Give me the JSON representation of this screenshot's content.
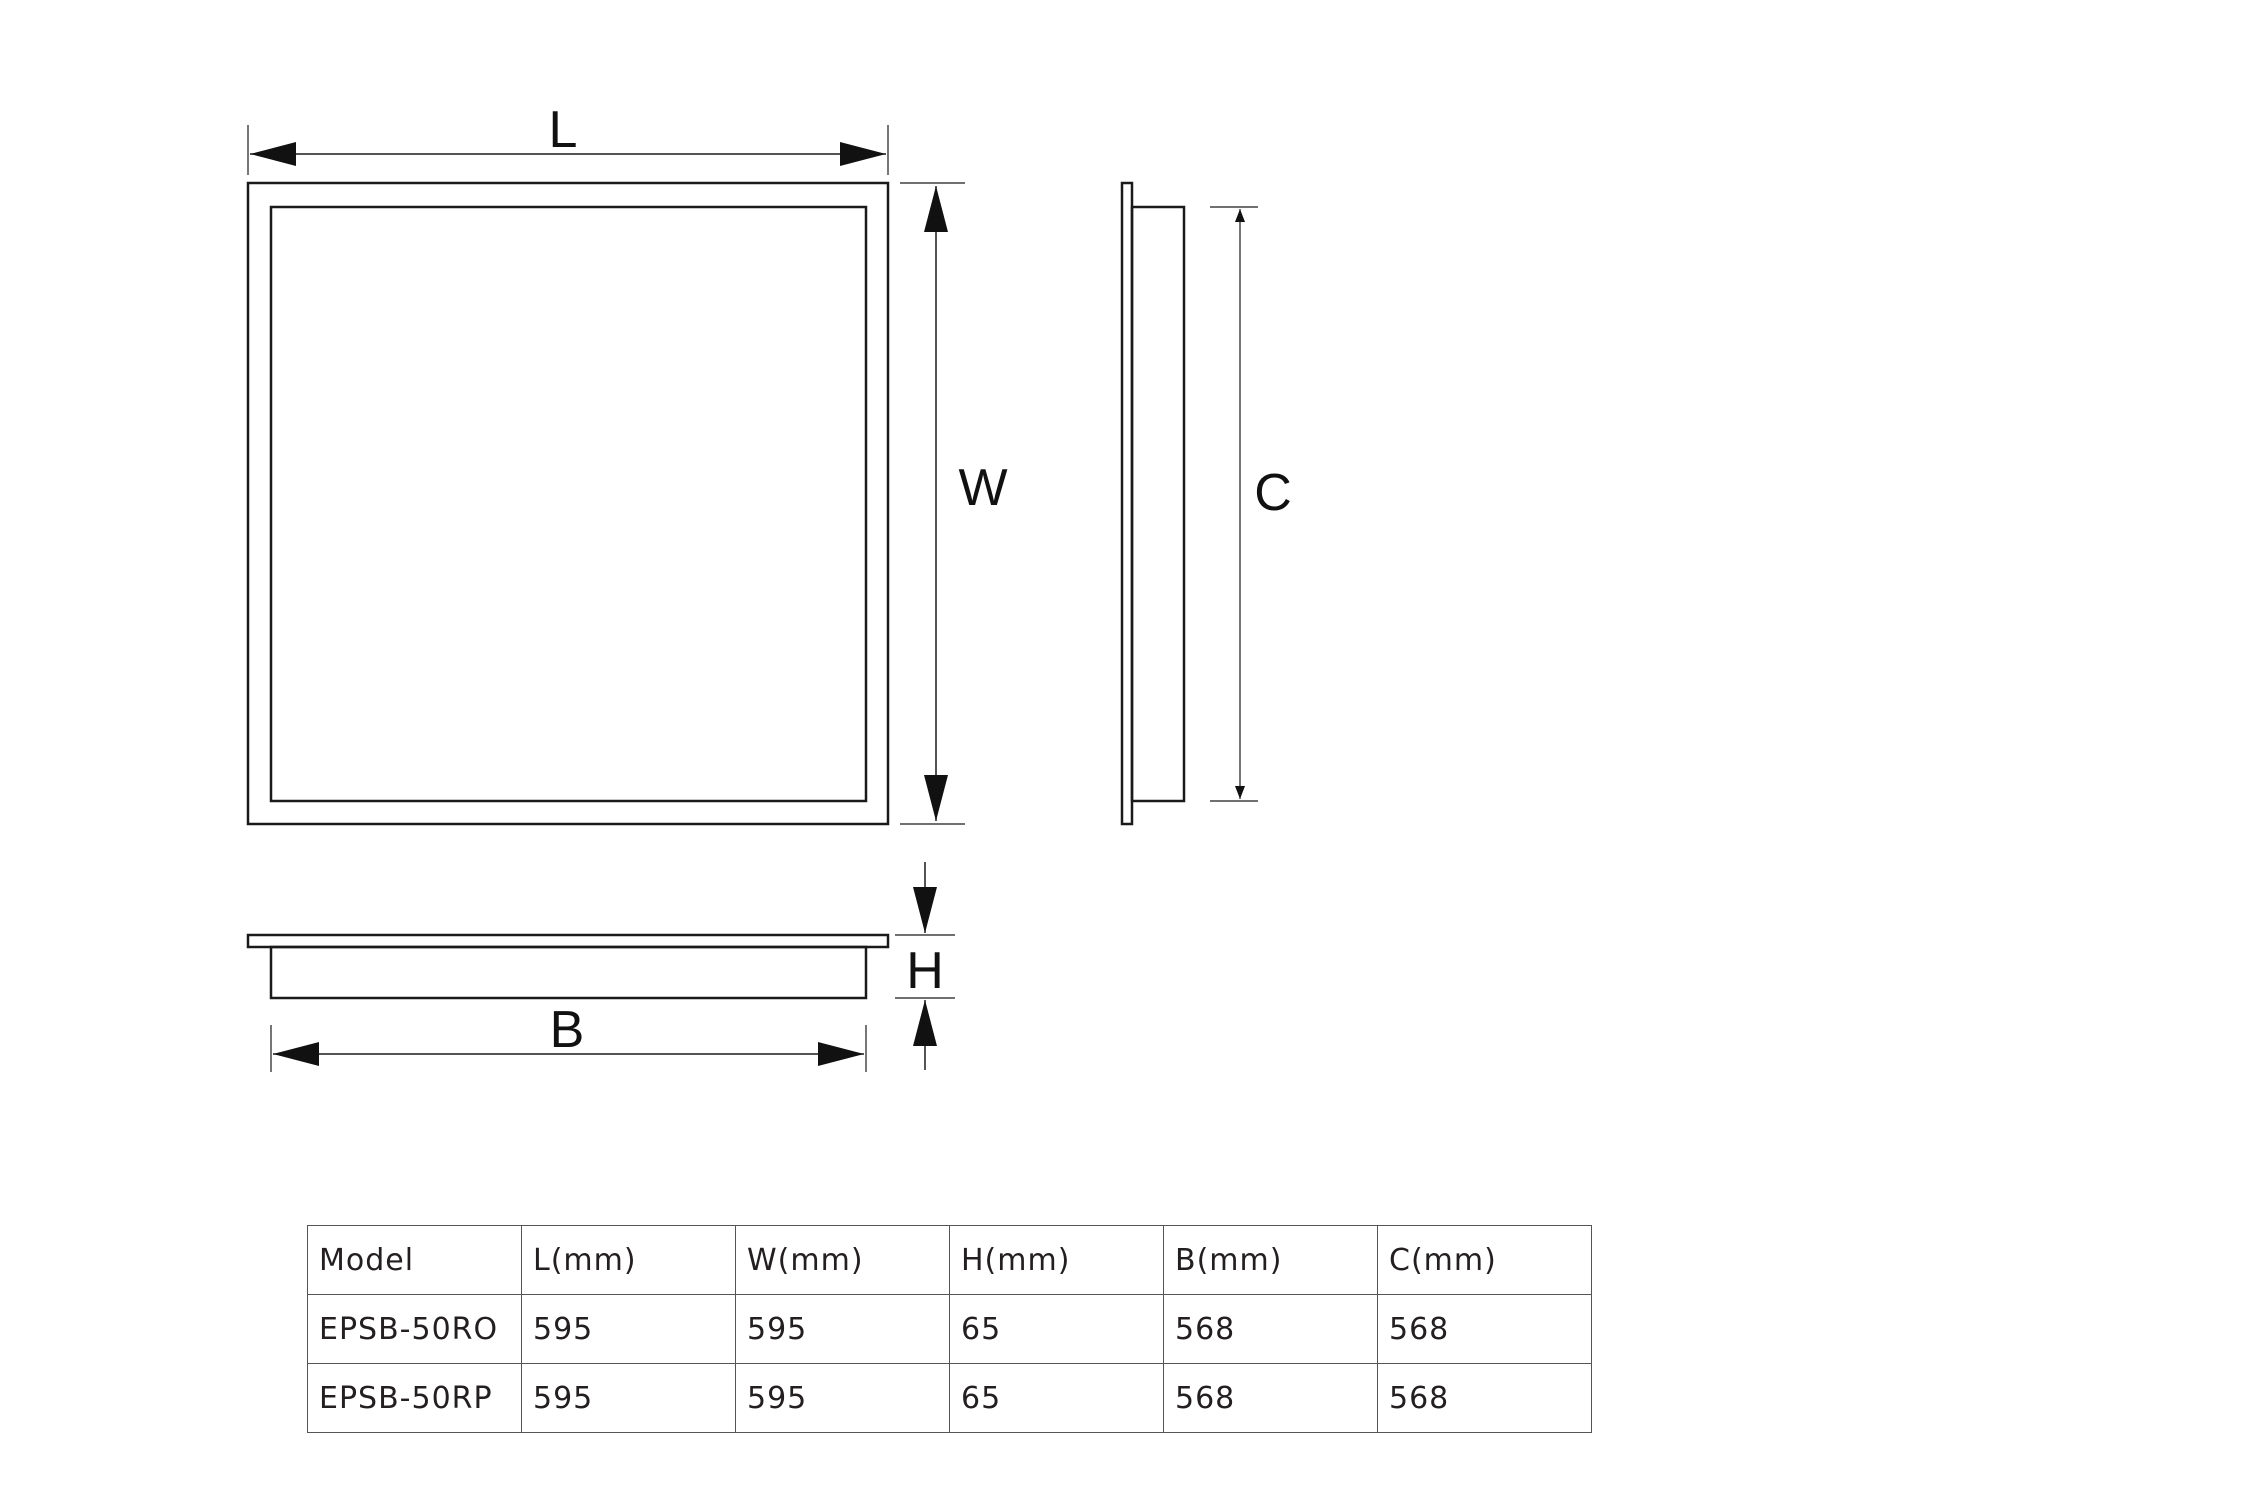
{
  "diagram": {
    "labels": {
      "L": "L",
      "W": "W",
      "C": "C",
      "H": "H",
      "B": "B"
    },
    "line_color": "#1a1a1a"
  },
  "table": {
    "headers": [
      "Model",
      "L(mm)",
      "W(mm)",
      "H(mm)",
      "B(mm)",
      "C(mm)"
    ],
    "rows": [
      [
        "EPSB-50RO",
        "595",
        "595",
        "65",
        "568",
        "568"
      ],
      [
        "EPSB-50RP",
        "595",
        "595",
        "65",
        "568",
        "568"
      ]
    ]
  }
}
